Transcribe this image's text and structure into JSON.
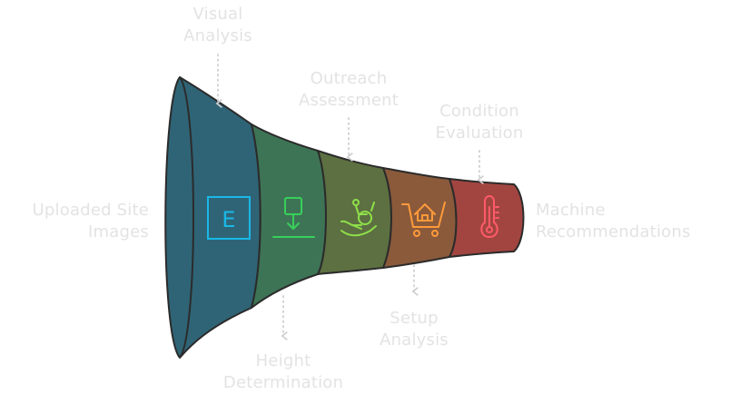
{
  "diagram": {
    "input_label": "Uploaded Site\nImages",
    "output_label": "Machine\nRecommendations",
    "stages": [
      {
        "label": "Visual\nAnalysis",
        "icon": "letter-e-icon",
        "glyph": "E",
        "color": "#2f6476",
        "accent": "#19b8e8"
      },
      {
        "label": "Height\nDetermination",
        "icon": "download-arrow-icon",
        "color": "#3e7456",
        "accent": "#37d05a"
      },
      {
        "label": "Outreach\nAssessment",
        "icon": "wheelchair-hand-icon",
        "color": "#5d7041",
        "accent": "#8ee04a"
      },
      {
        "label": "Setup\nAnalysis",
        "icon": "house-cart-icon",
        "color": "#8a5a3b",
        "accent": "#ff9a3a"
      },
      {
        "label": "Condition\nEvaluation",
        "icon": "thermometer-icon",
        "color": "#a24540",
        "accent": "#ff5a6a"
      }
    ]
  }
}
